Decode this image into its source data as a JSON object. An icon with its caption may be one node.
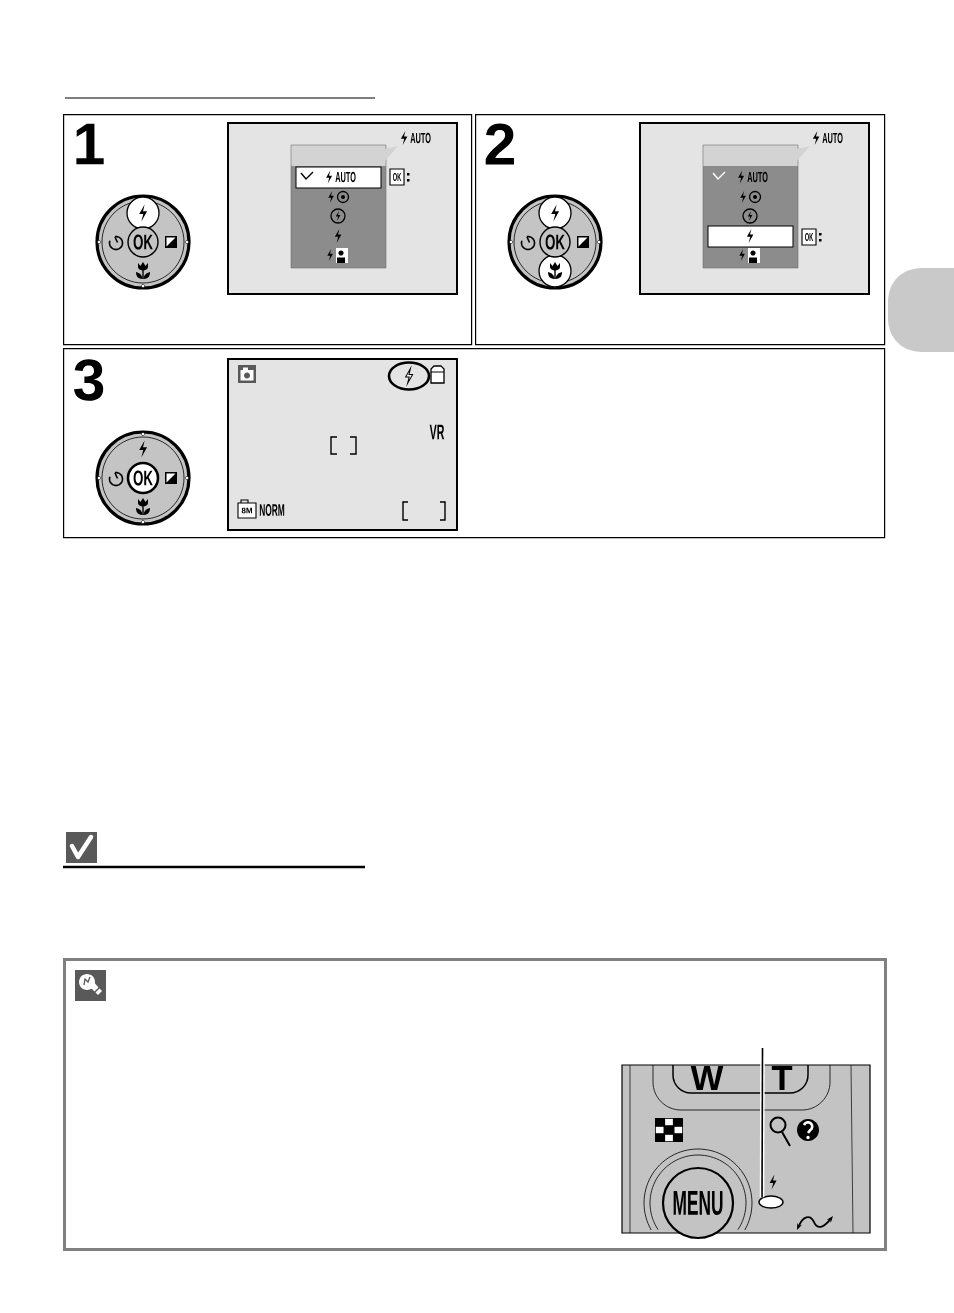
{
  "diagram": {
    "nodes": [
      {
        "text": [
          "1"
        ]
      },
      {
        "text": [
          "2"
        ]
      },
      {
        "text": [],
        "shape": "box"
      },
      {
        "text": [
          "3"
        ]
      },
      {
        "text": [],
        "shape": "box"
      },
      {
        "text": [],
        "shape": "ellipse",
        "in": 4
      }
    ],
    "edges": [
      {
        "from": null,
        "to": 5,
        "arrow": "none"
      }
    ],
    "labels": [
      "OK",
      "AUTO",
      "AUTO",
      "OK",
      "OK",
      "AUTO",
      "AUTO",
      "OK",
      "OK",
      "VR",
      "8M",
      "NORM",
      "W",
      "T",
      "MENU"
    ]
  }
}
